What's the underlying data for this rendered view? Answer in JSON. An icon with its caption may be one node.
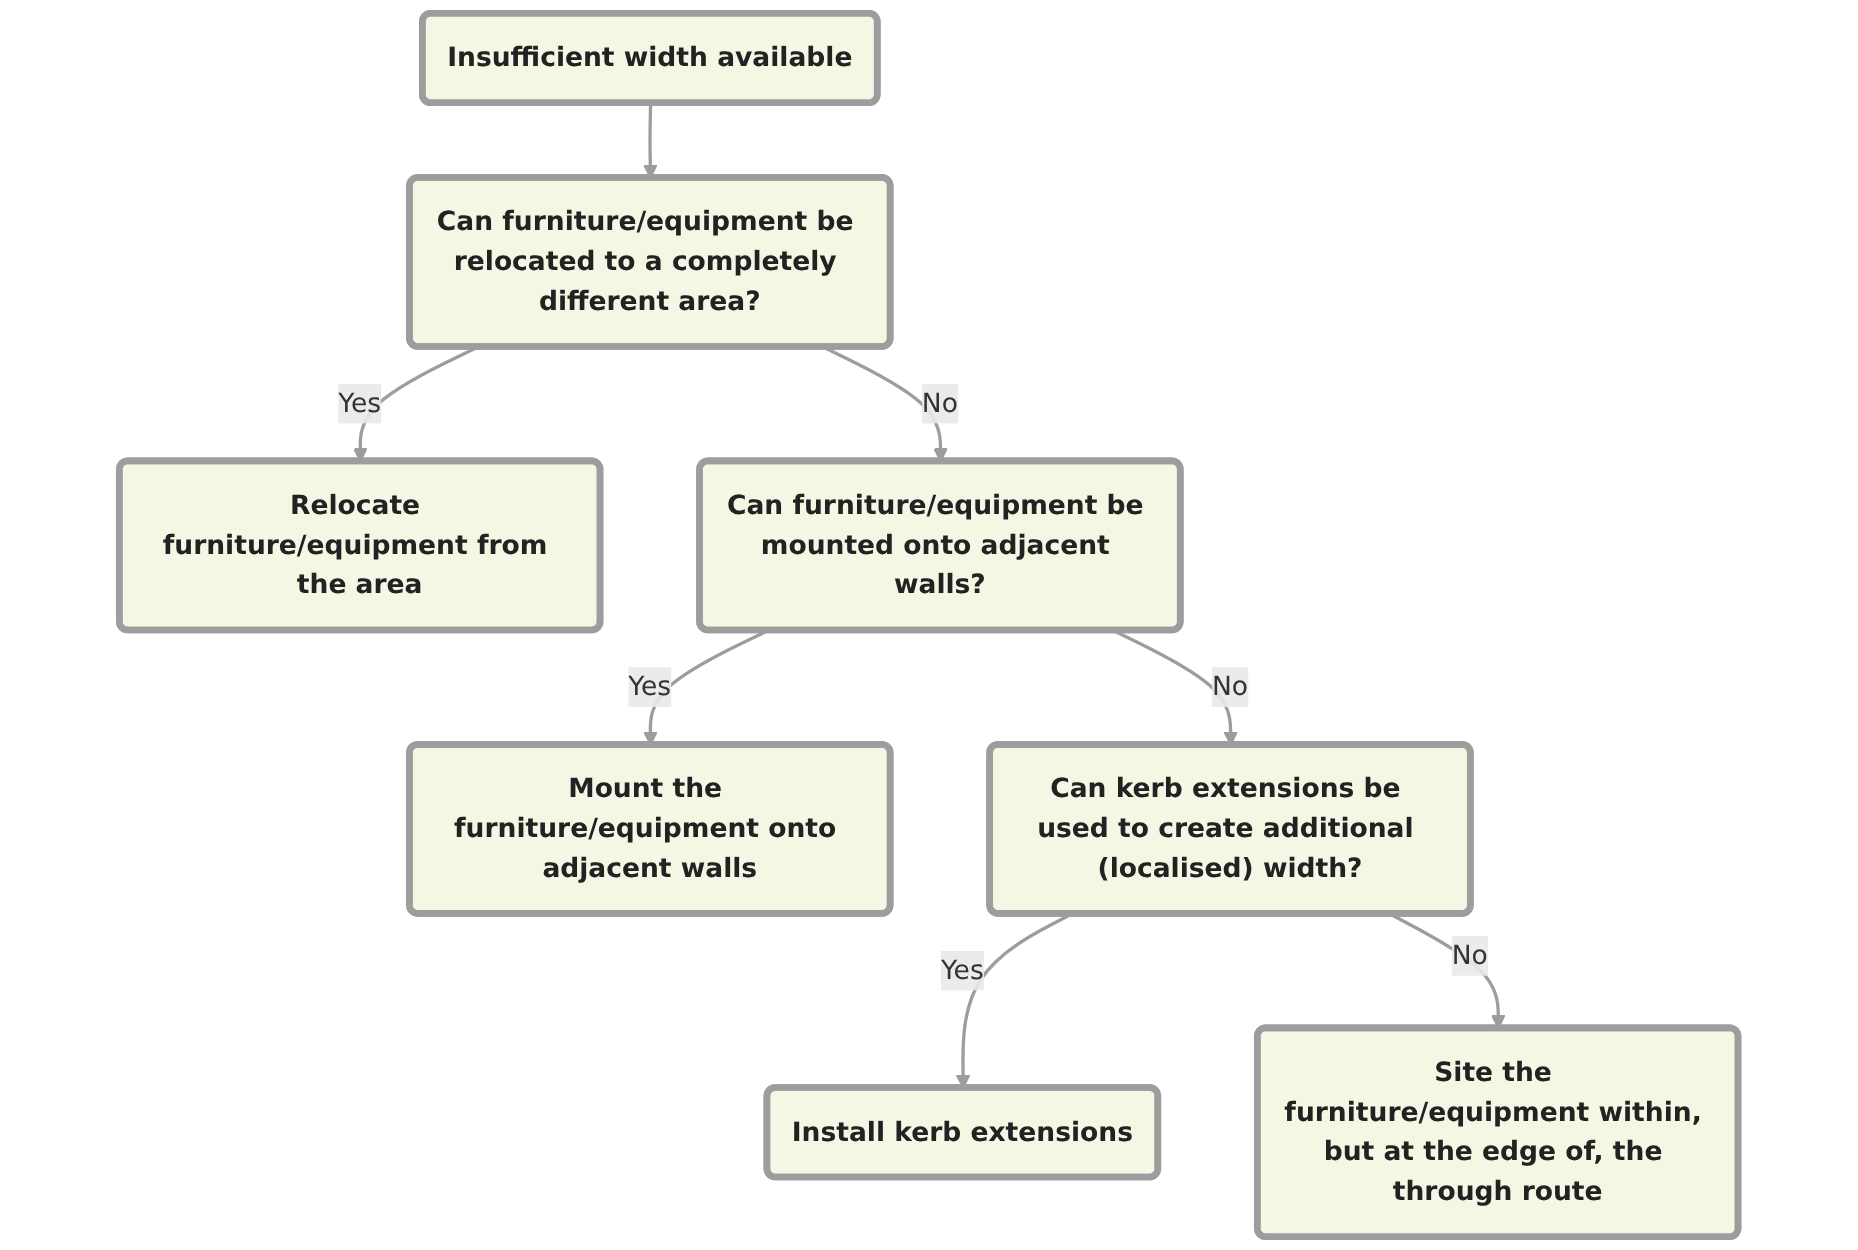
{
  "diagram": {
    "nodes": [
      {
        "text": [
          "Insufficient width available"
        ]
      },
      {
        "text": [
          "Can furniture/equipment be relocated to a completely different area?"
        ]
      },
      {
        "text": [
          "Relocate furniture/equipment from the area"
        ]
      },
      {
        "text": [
          "Can furniture/equipment be mounted onto adjacent walls?"
        ]
      },
      {
        "text": [
          "Mount the furniture/equipment onto adjacent walls"
        ]
      },
      {
        "text": [
          "Can kerb extensions be used to create additional (localised) width?"
        ]
      },
      {
        "text": [
          "Install kerb extensions"
        ]
      },
      {
        "text": [
          "Site the furniture/equipment within, but at the edge of, the through route"
        ]
      }
    ],
    "edges": [
      {
        "from": 0,
        "to": 1,
        "arrow": "to"
      },
      {
        "from": 1,
        "to": 2,
        "arrow": "to",
        "label": "Yes"
      },
      {
        "from": 1,
        "to": 3,
        "arrow": "to",
        "label": "No"
      },
      {
        "from": 3,
        "to": 4,
        "arrow": "to",
        "label": "Yes"
      },
      {
        "from": 3,
        "to": 5,
        "arrow": "to",
        "label": "No"
      },
      {
        "from": 5,
        "to": 6,
        "arrow": "to",
        "label": "Yes"
      },
      {
        "from": 5,
        "to": 7,
        "arrow": "to",
        "label": "No"
      }
    ]
  }
}
